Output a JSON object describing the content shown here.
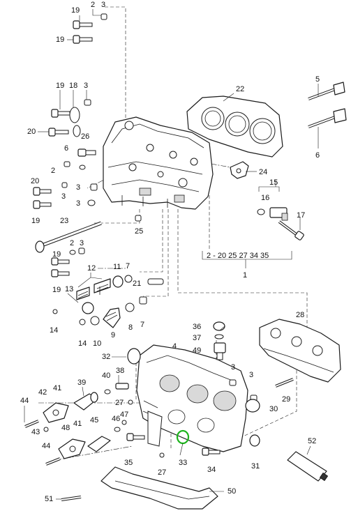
{
  "callouts": {
    "c19a": "19",
    "c2a": "2",
    "c3a": "3",
    "c19b": "19",
    "c19c": "19",
    "c18": "18",
    "c3b": "3",
    "c20a": "20",
    "c26": "26",
    "c6a": "6",
    "c2b": "2",
    "c3c": "3",
    "c20b": "20",
    "c3d": "3",
    "c3e": "3",
    "c19d": "19",
    "c23": "23",
    "c25": "25",
    "c2c": "2",
    "c3f": "3",
    "c19e": "19",
    "c19f": "19",
    "c12": "12",
    "c11": "11",
    "c7a": "7",
    "c21": "21",
    "c13": "13",
    "c14a": "14",
    "c14b": "14",
    "c10": "10",
    "c9": "9",
    "c8": "8",
    "c7b": "7",
    "c22": "22",
    "c5": "5",
    "c6b": "6",
    "c24": "24",
    "c15": "15",
    "c16": "16",
    "c17": "17",
    "c1": "1",
    "c28": "28",
    "c36": "36",
    "c37": "37",
    "c49": "49",
    "c32": "32",
    "c4": "4",
    "c38": "38",
    "c39": "39",
    "c40": "40",
    "c41a": "41",
    "c42": "42",
    "c44a": "44",
    "c43": "43",
    "c27a": "27",
    "c45": "45",
    "c46": "46",
    "c47": "47",
    "c48": "48",
    "c41b": "41",
    "c44b": "44",
    "c3g": "3",
    "c3h": "3",
    "c29": "29",
    "c30": "30",
    "c33": "33",
    "c35": "35",
    "c27b": "27",
    "c34": "34",
    "c31": "31",
    "c52": "52",
    "c50": "50",
    "c51": "51"
  },
  "group_label": "2 - 20  25  27  34  35",
  "colors": {
    "line": "#1a1a1a",
    "background": "#ffffff",
    "highlight": "#1db31d"
  }
}
